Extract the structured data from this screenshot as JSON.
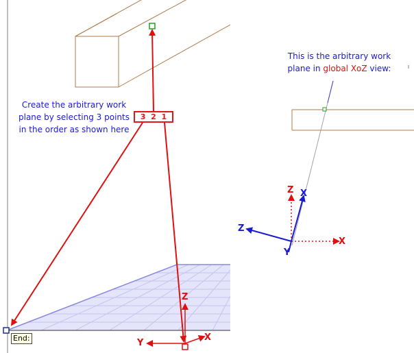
{
  "annotations": {
    "left_note": "Create the arbitrary work plane by selecting 3 points in the order as shown here",
    "right_note_prefix": "This is the arbitrary work plane in ",
    "right_note_highlight": "global XoZ",
    "right_note_suffix": " view:"
  },
  "point_order": [
    "3",
    "2",
    "1"
  ],
  "snap_tooltip": "End:",
  "axes_left": {
    "z": "Z",
    "y": "Y",
    "x": "X"
  },
  "axes_right": {
    "z": "Z",
    "x_red": "X",
    "z_blue": "Z",
    "x_blue": "X",
    "y_blue": "Y"
  },
  "colors": {
    "blue": "#1a1ad0",
    "red": "#e01010",
    "beam": "#b07a48",
    "grid_fill": "#e4e4fa",
    "grid_line": "#8888e0"
  }
}
